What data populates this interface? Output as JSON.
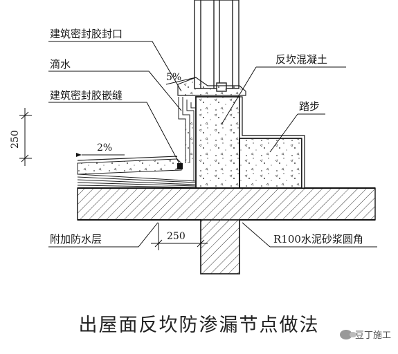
{
  "labels": {
    "sealant_cap": "建筑密封胶封口",
    "drip": "滴水",
    "sealant_joint": "建筑密封胶嵌缝",
    "curb_concrete": "反坎混凝土",
    "step": "踏步",
    "extra_waterproof": "附加防水层",
    "cement_fillet": "R100水泥砂浆圆角"
  },
  "dimensions": {
    "slope_top": "5%",
    "slope_roof": "2%",
    "height": "250",
    "width": "250"
  },
  "caption": "出屋面反坎防渗漏节点做法",
  "watermark": "豆丁施工"
}
